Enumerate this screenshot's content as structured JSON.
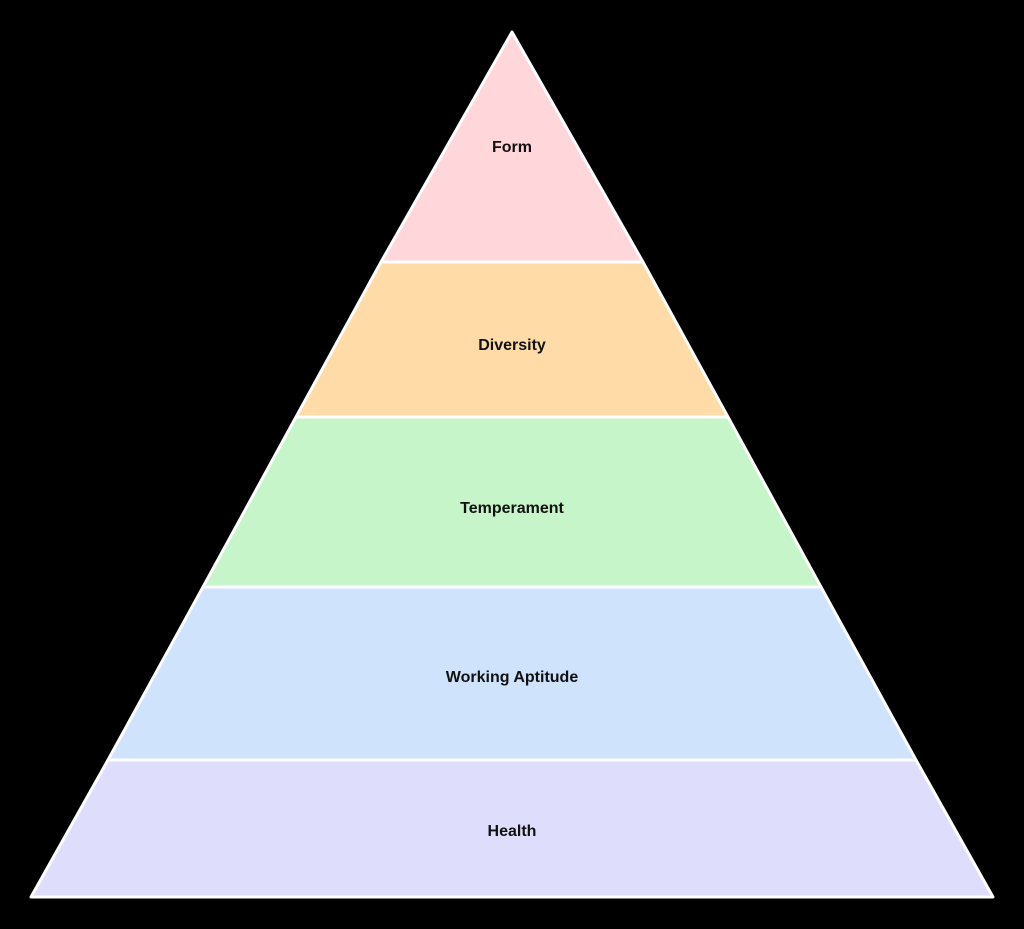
{
  "pyramid": {
    "tiers": [
      {
        "label": "Form",
        "color": "#FFD6DA"
      },
      {
        "label": "Diversity",
        "color": "#FEDBA7"
      },
      {
        "label": "Temperament",
        "color": "#C5F5C9"
      },
      {
        "label": "Working Aptitude",
        "color": "#CFE3FD"
      },
      {
        "label": "Health",
        "color": "#DEDEFC"
      }
    ],
    "outline_color": "#FFFFFF",
    "background_color": "#000000"
  }
}
